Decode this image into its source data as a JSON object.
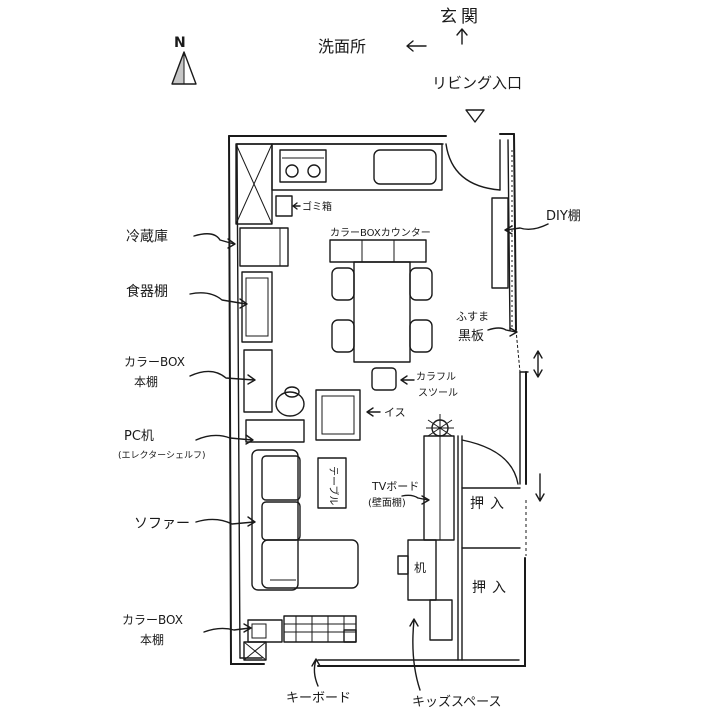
{
  "compass": {
    "letter": "N"
  },
  "top_labels": {
    "entrance": "玄関",
    "washroom": "洗面所",
    "living_entry": "リビング入口"
  },
  "left_labels": {
    "fridge": "冷蔵庫",
    "dish_shelf": "食器棚",
    "color_box_shelf_1_line1": "カラーBOX",
    "color_box_shelf_1_line2": "本棚",
    "pc_desk_line1": "PC机",
    "pc_desk_line2": "(エレクターシェルフ)",
    "sofa": "ソファー",
    "color_box_shelf_2_line1": "カラーBOX",
    "color_box_shelf_2_line2": "本棚"
  },
  "right_labels": {
    "diy_shelf": "DIY棚",
    "blackboard_line1": "ふすま",
    "blackboard_line2": "黒板",
    "colorful_stool_line1": "カラフル",
    "colorful_stool_line2": "スツール",
    "chair": "イス",
    "tv_board_line1": "TVボード",
    "tv_board_line2": "(壁面棚)",
    "closet_1": "押入",
    "closet_2": "押入"
  },
  "inner_labels": {
    "garbage_box": "ゴミ箱",
    "counter": "カラーBOXカウンター",
    "table": "テーブル",
    "desk": "机"
  },
  "bottom_labels": {
    "keyboard": "キーボード",
    "kids_space": "キッズスペース"
  }
}
